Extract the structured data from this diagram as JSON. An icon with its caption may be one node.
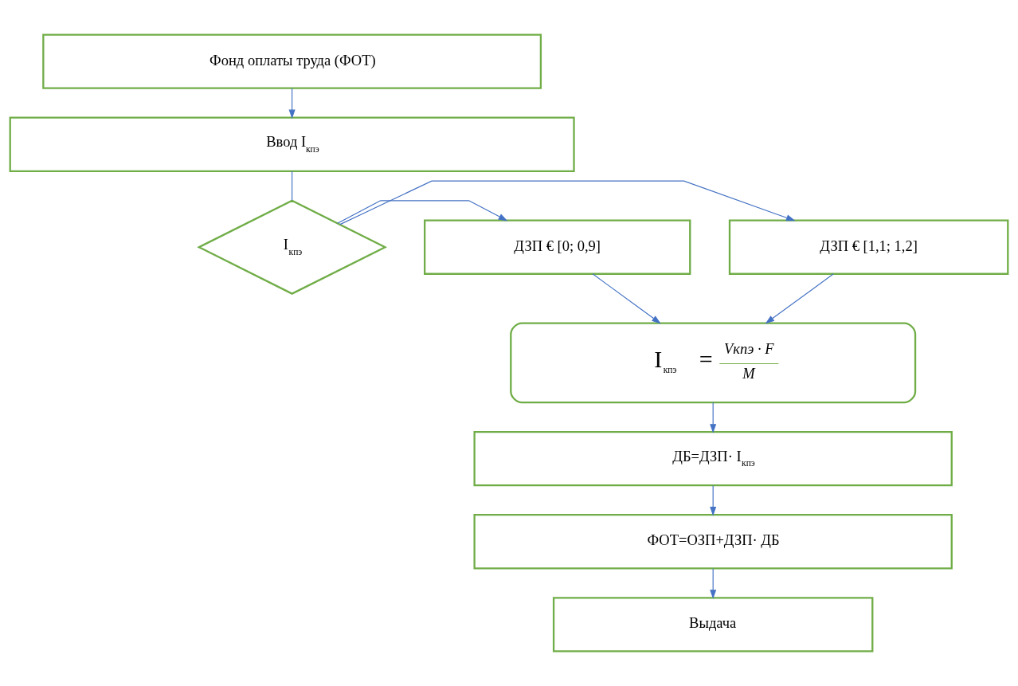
{
  "diagram": {
    "nodes": [
      {
        "text": [
          "Фонд оплаты труда (ФОТ)"
        ]
      },
      {
        "text": [
          "Ввод I$_{кпэ}$"
        ]
      },
      {
        "text": [
          "I$_{кпэ}$"
        ]
      },
      {
        "text": [
          "ДЗП € [1,1; 1,2]"
        ]
      },
      {
        "text": [
          "ДЗП € [0; 0,9]"
        ]
      },
      {
        "text": [
          "I$_{кпэ}$ =",
          "Vкпэ · F",
          "M"
        ]
      },
      {
        "text": [
          "ДБ=ДЗП· I$_{кпэ}$"
        ]
      },
      {
        "text": [
          "ФОТ=ОЗП+ДЗП· ДБ"
        ]
      },
      {
        "text": [
          "Выдача"
        ]
      }
    ],
    "edges": [
      {
        "from": 0,
        "to": 1,
        "arrow": "to"
      },
      {
        "from": 1,
        "to": 2,
        "arrow": "none"
      },
      {
        "from": 2,
        "to": 3,
        "arrow": "to"
      },
      {
        "from": 2,
        "to": 4,
        "arrow": "to"
      },
      {
        "from": 3,
        "to": 5,
        "arrow": "to"
      },
      {
        "from": 4,
        "to": 5,
        "arrow": "to"
      },
      {
        "from": 5,
        "to": 6,
        "arrow": "to"
      },
      {
        "from": 6,
        "to": 7,
        "arrow": "to"
      },
      {
        "from": 7,
        "to": 8,
        "arrow": "to"
      }
    ]
  }
}
